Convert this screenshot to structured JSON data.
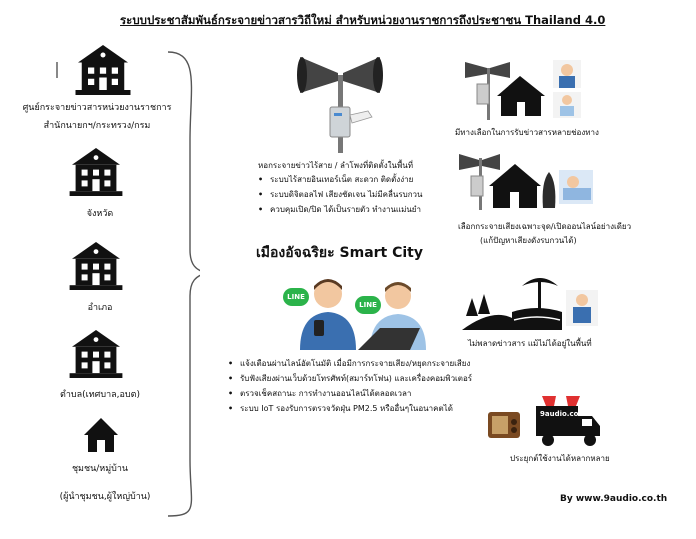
{
  "title": "ระบบประชาสัมพันธ์กระจายข่าวสารวิถีใหม่  สำหรับหน่วยงานราชการถึงประชาชน  Thailand 4.0",
  "hierarchy": [
    {
      "label": "ศูนย์กระจายข่าวสารหน่วยงานราชการ",
      "label2": "สำนักนายกฯ/กระทรวง/กรม"
    },
    {
      "label": "จังหวัด"
    },
    {
      "label": "อำเภอ"
    },
    {
      "label": "ตำบล(เทศบาล,อบต)"
    },
    {
      "label": "ชุมชน/หมู่บ้าน",
      "label2": "(ผู้นำชุมชน,ผู้ใหญ่บ้าน)"
    }
  ],
  "speaker_block": {
    "caption": "หอกระจายข่าวไร้สาย / ลำโพงที่ติดตั้งในพื้นที่",
    "bullets": [
      "ระบบไร้สายอินเทอร์เน็ต สะดวก ติดตั้งง่าย",
      "ระบบดิจิตอลไฟ เสียงชัดเจน ไม่มีคลื่นรบกวน",
      "ควบคุมเปิด/ปิด ได้เป็นรายตัว ทำงานแม่นยำ"
    ]
  },
  "smart_city": "เมืองอัจฉริยะ Smart City",
  "line_block": {
    "badge": "LINE",
    "bullets": [
      "แจ้งเตือนผ่านไลน์อัตโนมัติ เมื่อมีการกระจายเสียง/หยุดกระจายเสียง",
      "รับฟังเสียงผ่านเว็บด้วยโทรศัพท์(สมาร์ทโฟน) และเครื่องคอมพิวเตอร์",
      "ตรวจเช็คสถานะ การทำงานออนไลน์ได้ตลอดเวลา",
      "ระบบ IoT รองรับการตรวจวัดฝุ่น PM2.5 หรืออื่นๆในอนาคตได้"
    ]
  },
  "right_captions": {
    "channels": "มีทางเลือกในการรับข่าวสารหลายช่องทาง",
    "zone": "เลือกกระจายเสียงเฉพาะจุด/เปิดออนไลน์อย่างเดียว",
    "zone2": "(แก้ปัญหาเสียงดังรบกวนได้)",
    "remote": "ไม่พลาดข่าวสาร แม้ไม่ได้อยู่ในพื้นที่",
    "apply": "ประยุกต์ใช้งานได้หลากหลาย",
    "truck_text": "9audio.co.th"
  },
  "credit": "By www.9audio.co.th",
  "colors": {
    "line_green": "#2bb34a",
    "shirt_blue": "#3a6fb0",
    "skin": "#f2c7a0"
  }
}
